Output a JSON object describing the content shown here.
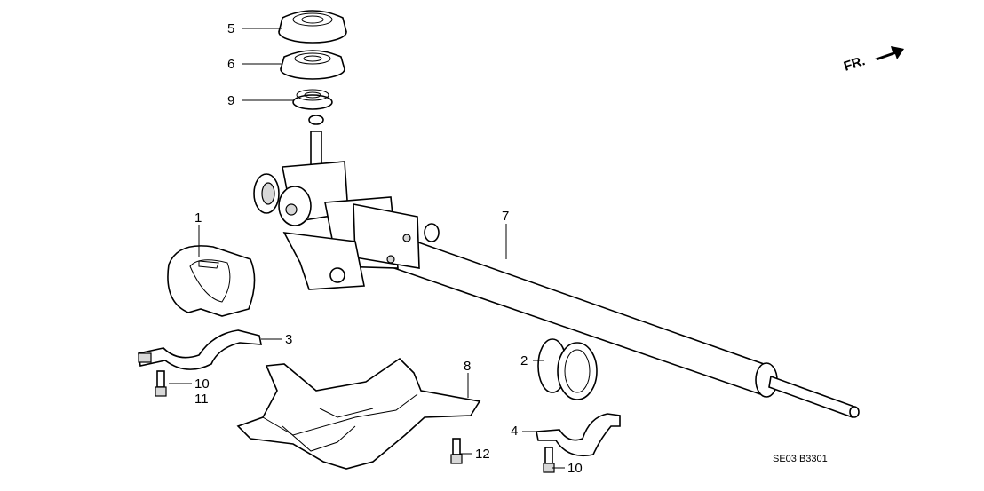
{
  "diagram": {
    "direction_label": "FR.",
    "code": "SE03 B3301",
    "callouts": [
      {
        "id": "5"
      },
      {
        "id": "6"
      },
      {
        "id": "9"
      },
      {
        "id": "1"
      },
      {
        "id": "7"
      },
      {
        "id": "3"
      },
      {
        "id": "8"
      },
      {
        "id": "2"
      },
      {
        "id": "10"
      },
      {
        "id": "11"
      },
      {
        "id": "4"
      },
      {
        "id": "12"
      },
      {
        "id": "10"
      }
    ]
  }
}
